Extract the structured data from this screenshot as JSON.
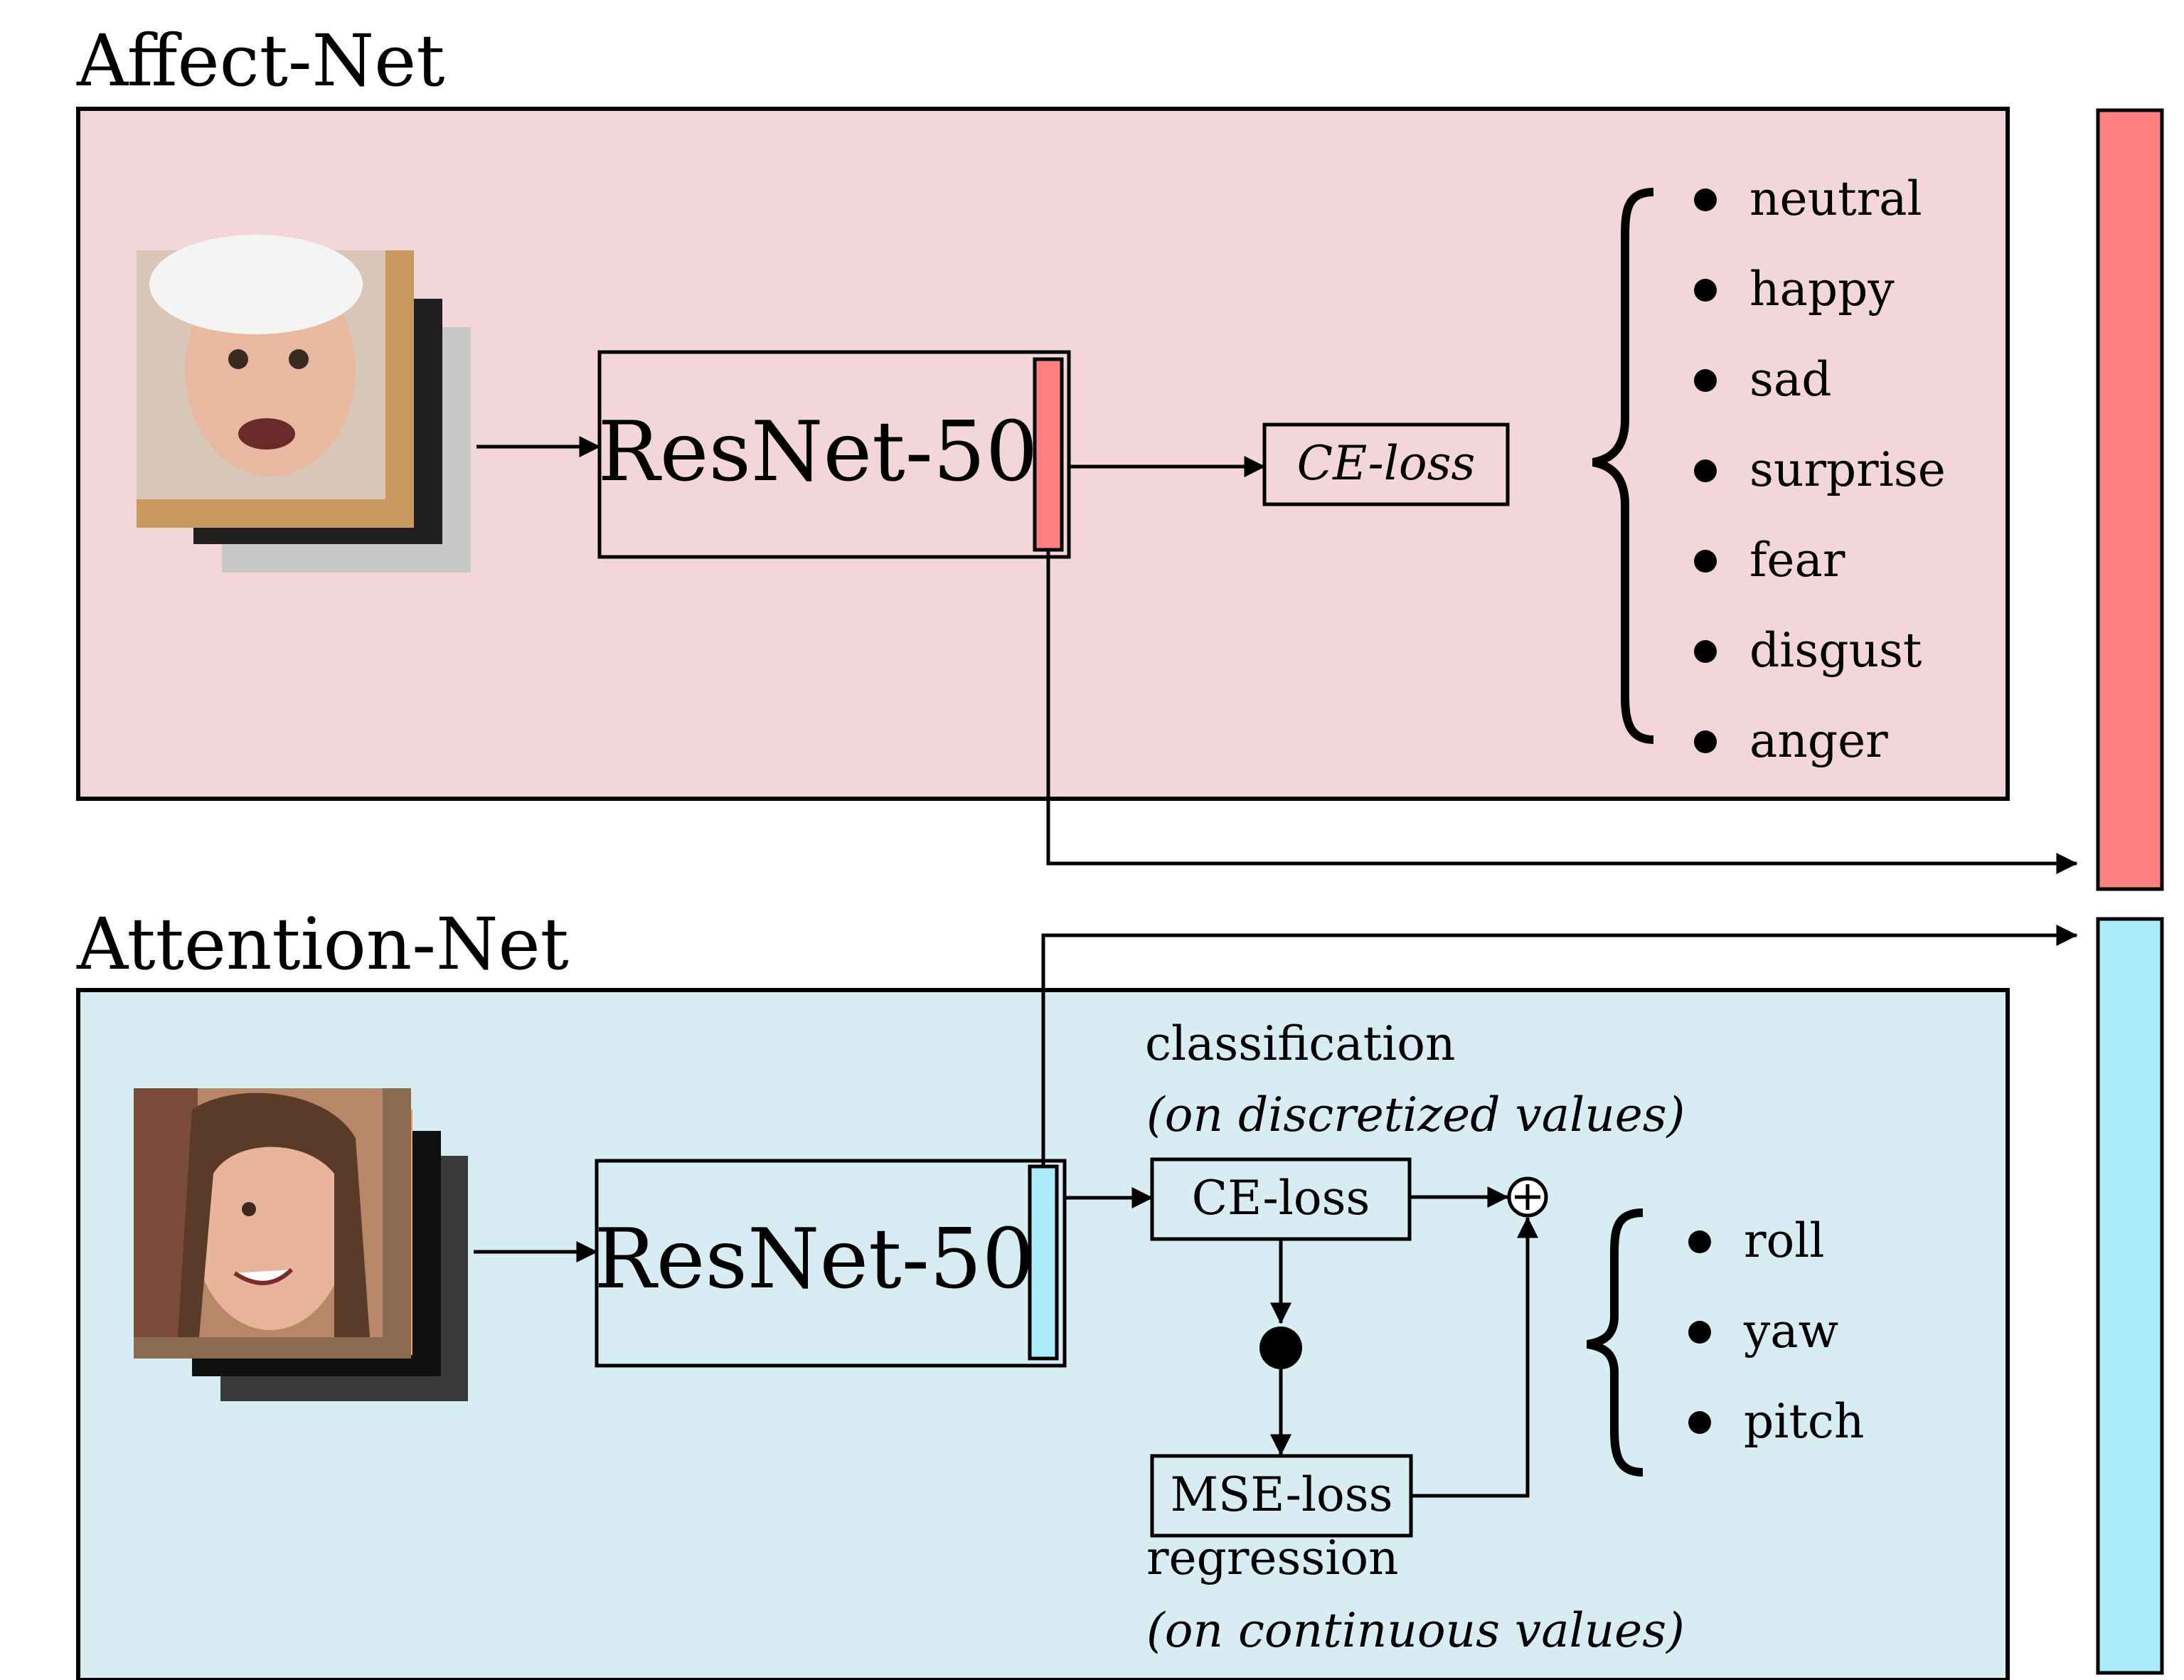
{
  "affect": {
    "title": "Affect-Net",
    "backbone": "ResNet-50",
    "loss": "CE-loss",
    "classes": [
      "neutral",
      "happy",
      "sad",
      "surprise",
      "fear",
      "disgust",
      "anger"
    ],
    "color_panel": "#f3d6d9",
    "color_feature": "#fe8080"
  },
  "attention": {
    "title": "Attention-Net",
    "backbone": "ResNet-50",
    "classification_label": "classification",
    "classification_note": "(on discretized values)",
    "ce_loss": "CE-loss",
    "mse_loss": "MSE-loss",
    "regression_label": "regression",
    "regression_note": "(on continuous values)",
    "angles": [
      "roll",
      "yaw",
      "pitch"
    ],
    "color_panel": "#d7edf3",
    "color_feature": "#acebfc"
  }
}
